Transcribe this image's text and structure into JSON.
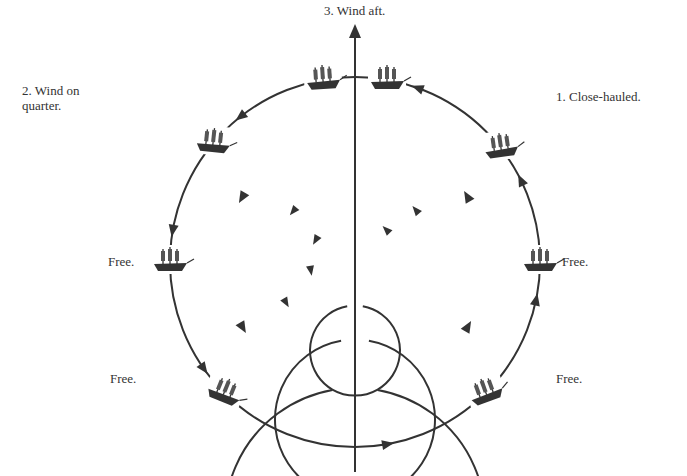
{
  "diagram": {
    "labels": [
      "3. Wind aft.",
      "2. Wind on quarter.",
      "1. Close-hauled.",
      "Free.",
      "Free.",
      "Free.",
      "Free."
    ]
  }
}
